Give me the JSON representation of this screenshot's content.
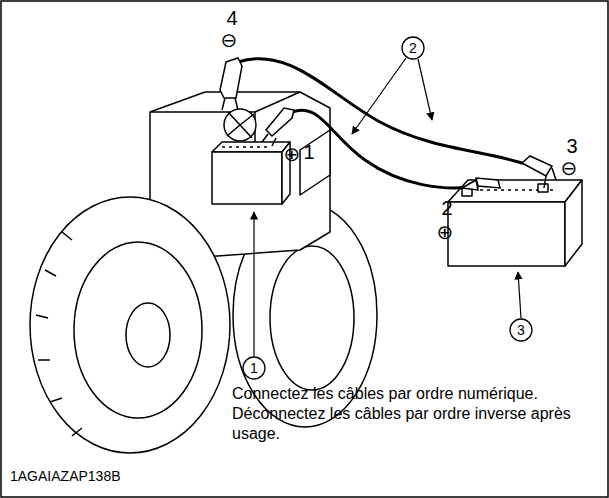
{
  "diagram": {
    "caption": "Connectez les câbles par ordre numérique. Déconnectez les câbles par ordre inverse après usage.",
    "labels": [
      "4",
      "⊖",
      "2",
      "3",
      "⊖",
      "⊕",
      "1",
      "2",
      "⊕",
      "1",
      "3",
      "1AGAIAZAP138B"
    ]
  }
}
